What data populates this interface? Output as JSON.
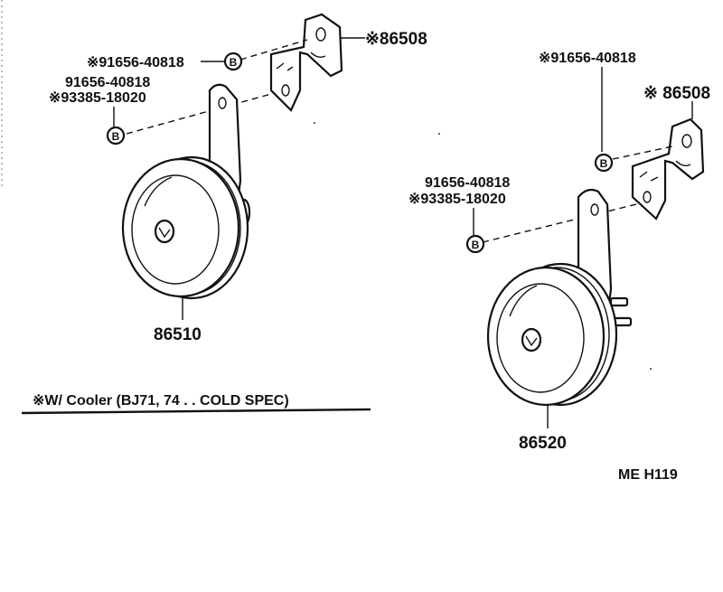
{
  "left_assembly": {
    "bracket_part": "※86508",
    "washer_a_part": "※91656-40818",
    "washer_b_part_line1": "91656-40818",
    "washer_b_part_line2": "※93385-18020",
    "horn_part": "86510",
    "washer_symbol": "B"
  },
  "right_assembly": {
    "washer_a_part": "※91656-40818",
    "bracket_part": "※ 86508",
    "washer_b_part_line1": "91656-40818",
    "washer_b_part_line2": "※93385-18020",
    "horn_part": "86520",
    "washer_symbol": "B"
  },
  "note": "※W/ Cooler (BJ71, 74 . . COLD  SPEC)",
  "figure_code": "ME  H119"
}
